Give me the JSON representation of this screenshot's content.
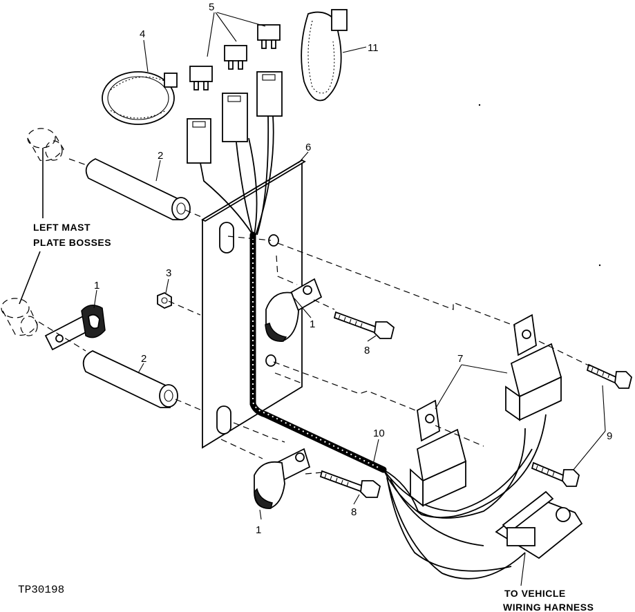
{
  "callouts": {
    "c1a": "1",
    "c1b": "1",
    "c1c": "1",
    "c2a": "2",
    "c2b": "2",
    "c3": "3",
    "c4": "4",
    "c5": "5",
    "c6": "6",
    "c7": "7",
    "c8a": "8",
    "c8b": "8",
    "c9": "9",
    "c10": "10",
    "c11": "11"
  },
  "labels": {
    "left_mast_line1": "LEFT MAST",
    "left_mast_line2": "PLATE BOSSES",
    "harness_line1": "TO VEHICLE",
    "harness_line2": "WIRING HARNESS"
  },
  "figure_id": "TP30198"
}
